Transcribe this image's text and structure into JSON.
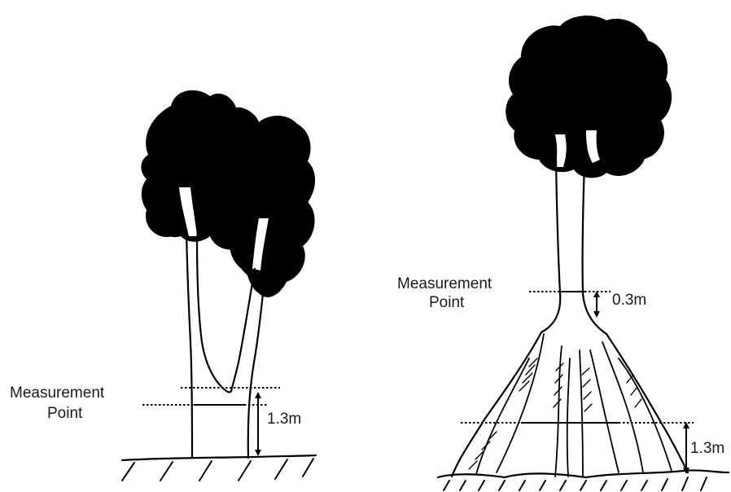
{
  "left_figure": {
    "label_line1": "Measurement",
    "label_line2": "Point",
    "height_value": "1.3m"
  },
  "right_figure": {
    "label_line1": "Measurement",
    "label_line2": "Point",
    "upper_value": "0.3m",
    "lower_value": "1.3m"
  }
}
